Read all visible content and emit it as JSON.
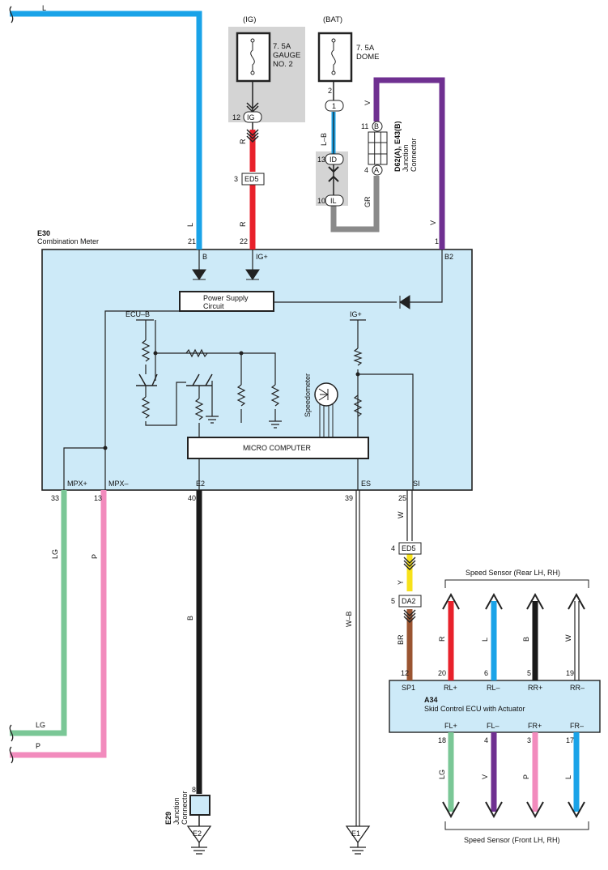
{
  "fuses": {
    "ig": {
      "supply": "(IG)",
      "rating": "7. 5A",
      "name_line1": "GAUGE",
      "name_line2": "NO. 2"
    },
    "bat": {
      "supply": "(BAT)",
      "rating": "7. 5A",
      "name": "DOME"
    }
  },
  "connectors": {
    "ig_pin": "IG",
    "ig_pin_no": "12",
    "ed5_top": "ED5",
    "ed5_top_no": "3",
    "bat_pin": "1",
    "bat_pin_no": "2",
    "id_pin": "ID",
    "id_pin_no": "13",
    "il_pin": "IL",
    "il_pin_no": "10",
    "jc_b": "B",
    "jc_b_no": "11",
    "jc_a": "A",
    "jc_a_no": "4",
    "jc_code": "D62(A), E43(B)",
    "jc_name_line1": "Junction",
    "jc_name_line2": "Connector",
    "ed5_mid": "ED5",
    "ed5_mid_no": "4",
    "da2": "DA2",
    "da2_no": "5",
    "e29_pin_no": "8",
    "e29_code": "E29",
    "e29_name_line1": "Junction",
    "e29_name_line2": "Connector"
  },
  "grounds": {
    "e2": "E2",
    "e1": "E1"
  },
  "wires": {
    "l_top": "L",
    "r1": "R",
    "r2": "R",
    "lb": "L–B",
    "v1": "V",
    "v2": "V",
    "gr": "GR",
    "l_left": "L",
    "lg": "LG",
    "p": "P",
    "b": "B",
    "wb": "W–B",
    "w": "W",
    "y": "Y",
    "br": "BR",
    "lg_out": "LG",
    "p_out": "P",
    "rear_r": "R",
    "rear_l": "L",
    "rear_b": "B",
    "rear_w": "W",
    "front_lg": "LG",
    "front_v": "V",
    "front_p": "P",
    "front_l": "L"
  },
  "meter": {
    "code": "E30",
    "name": "Combination Meter",
    "pin_b": "B",
    "pin_b_no": "21",
    "pin_ig": "IG+",
    "pin_ig_no": "22",
    "pin_b2": "B2",
    "pin_b2_no": "1",
    "psu_line1": "Power Supply",
    "psu_line2": "Circuit",
    "ecub": "ECU–B",
    "igplus": "IG+",
    "speedometer": "Speedometer",
    "micro": "MICRO COMPUTER",
    "mpxp": "MPX+",
    "mpxp_no": "33",
    "mpxm": "MPX–",
    "mpxm_no": "13",
    "e2": "E2",
    "e2_no": "40",
    "es": "ES",
    "es_no": "39",
    "si": "SI",
    "si_no": "25"
  },
  "ecu": {
    "code": "A34",
    "name": "Skid Control ECU with Actuator",
    "sp1": "SP1",
    "sp1_no": "12",
    "rlp": "RL+",
    "rlp_no": "20",
    "rlm": "RL–",
    "rlm_no": "6",
    "rrp": "RR+",
    "rrp_no": "5",
    "rrm": "RR–",
    "rrm_no": "19",
    "flp": "FL+",
    "flp_no": "18",
    "flm": "FL–",
    "flm_no": "4",
    "frp": "FR+",
    "frp_no": "3",
    "frm": "FR–",
    "frm_no": "17"
  },
  "sensors": {
    "rear": "Speed Sensor (Rear LH,  RH)",
    "front": "Speed Sensor (Front LH,  RH)"
  },
  "colors": {
    "meter_fill": "#cdeaf8",
    "shade": "#d4d4d4",
    "blue": "#1aa3e8",
    "red": "#e8212b",
    "purple": "#6f3091",
    "gray": "#8a8a8a",
    "green": "#7ac796",
    "pink": "#f28bbd",
    "black": "#1a1a1a",
    "yellow": "#f7e21a",
    "brown": "#9a5431"
  }
}
